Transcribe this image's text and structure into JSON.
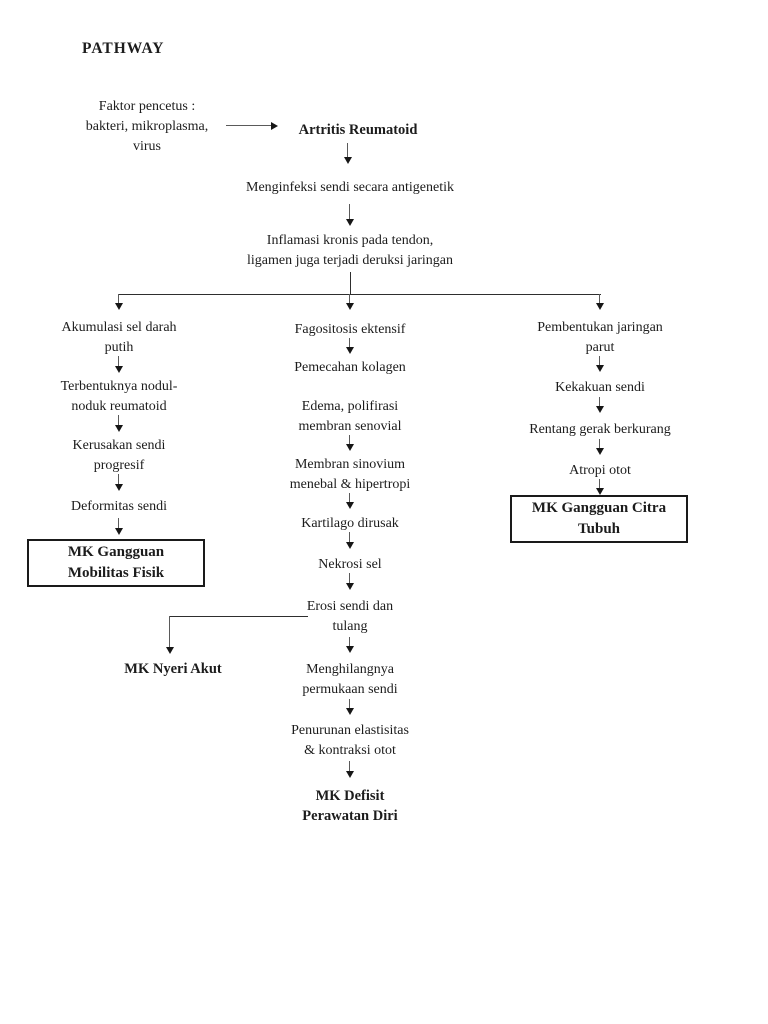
{
  "page": {
    "title": "PATHWAY"
  },
  "colors": {
    "background": "#ffffff",
    "text": "#1c1c1c",
    "line": "#5a5a5a",
    "arrowhead": "#161616",
    "box_border": "#1a1a1a"
  },
  "diagram": {
    "trigger": "Faktor pencetus :\nbakteri, mikroplasma,\nvirus",
    "root": "Artritis Reumatoid",
    "infeksi": "Menginfeksi sendi secara antigenetik",
    "inflamasi": "Inflamasi kronis pada tendon,\nligamen juga terjadi deruksi jaringan",
    "left": {
      "akumulasi": "Akumulasi sel darah\nputih",
      "terbentuknya": "Terbentuknya nodul-\nnoduk reumatoid",
      "kerusakan": "Kerusakan sendi\nprogresif",
      "deformitas": "Deformitas sendi",
      "mk_mobilitas": "MK Gangguan\nMobilitas Fisik"
    },
    "center": {
      "fagositosis": "Fagositosis ektensif",
      "pemecahan": "Pemecahan kolagen",
      "edema": "Edema, polifirasi\nmembran senovial",
      "membran": "Membran sinovium\nmenebal & hipertropi",
      "kartilago": "Kartilago dirusak",
      "nekrosi": "Nekrosi sel",
      "erosi": "Erosi sendi dan\ntulang",
      "mk_nyeri": "MK Nyeri Akut",
      "menghilangnya": "Menghilangnya\npermukaan sendi",
      "penurunan": "Penurunan elastisitas\n& kontraksi otot",
      "mk_defisit": "MK Defisit\nPerawatan Diri"
    },
    "right": {
      "pembentukan": "Pembentukan jaringan\nparut",
      "kekakuan": "Kekakuan sendi",
      "rentang": "Rentang gerak berkurang",
      "atropi": "Atropi otot",
      "mk_citra": "MK Gangguan Citra\nTubuh"
    }
  }
}
